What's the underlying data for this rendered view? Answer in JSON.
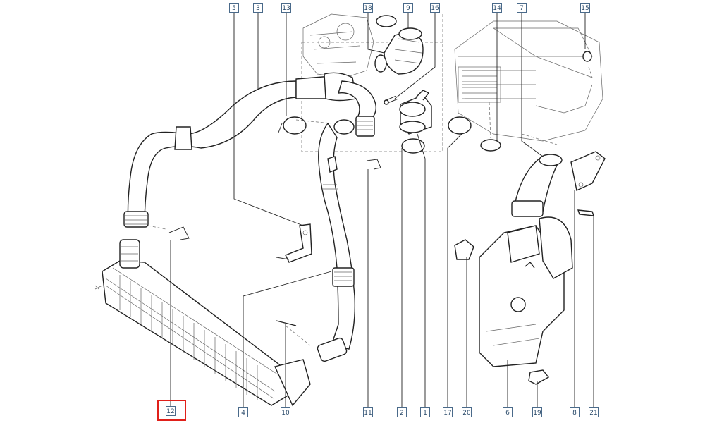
{
  "diagram": {
    "callouts": {
      "c1": "1",
      "c2": "2",
      "c3": "3",
      "c4": "4",
      "c5": "5",
      "c6": "6",
      "c7": "7",
      "c8": "8",
      "c9": "9",
      "c10": "10",
      "c11": "11",
      "c12": "12",
      "c13": "13",
      "c14": "14",
      "c15": "15",
      "c16": "16",
      "c17": "17",
      "c18": "18",
      "c19": "19",
      "c20": "20",
      "c21": "21"
    },
    "highlighted": "12",
    "highlight_color": "#e0201a",
    "callout_color": "#4a6a8a"
  }
}
